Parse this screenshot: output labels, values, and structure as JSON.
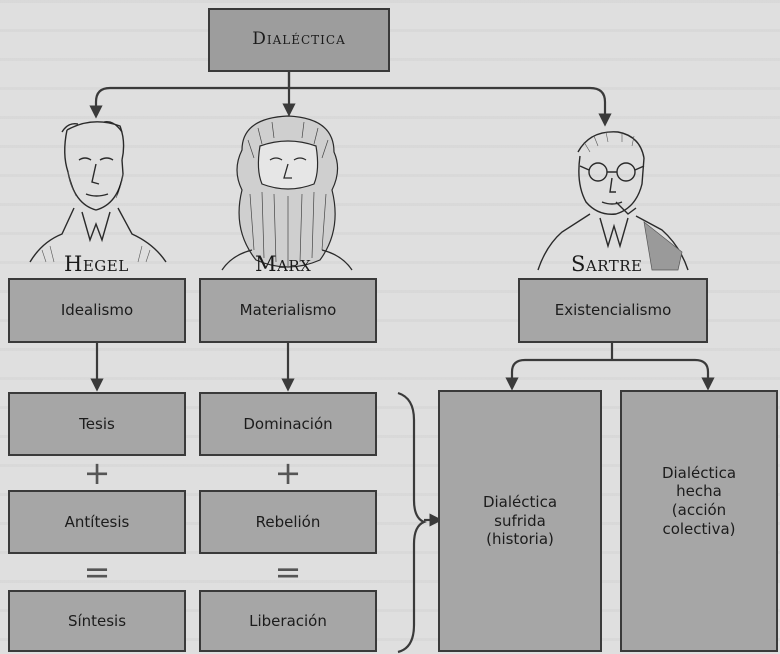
{
  "title": "Dialéctica",
  "philosophers": [
    {
      "name": "Hegel",
      "school": "Idealismo"
    },
    {
      "name": "Marx",
      "school": "Materialismo"
    },
    {
      "name": "Sartre",
      "school": "Existencialismo"
    }
  ],
  "hegel_chain": [
    "Tesis",
    "Antítesis",
    "Síntesis"
  ],
  "marx_chain": [
    "Dominación",
    "Rebelión",
    "Liberación"
  ],
  "operators": {
    "plus": "+",
    "equals": "="
  },
  "sartre_branches": [
    "Dialéctica\nsufrida\n(historia)",
    "Dialéctica\nhecha\n(acción\ncolectiva)"
  ]
}
